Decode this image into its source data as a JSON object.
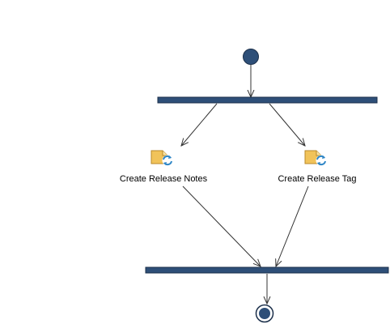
{
  "diagram": {
    "type": "activity",
    "colors": {
      "bar_fill": "#2e4f78",
      "bar_stroke": "#1b2f4a",
      "node_fill": "#2e4f78",
      "edge": "#333333",
      "folder": "#f1c35a",
      "refresh_arrows": "#2f86c6"
    },
    "nodes": {
      "start": {
        "kind": "initial"
      },
      "fork": {
        "kind": "fork-bar"
      },
      "task1": {
        "kind": "action",
        "icon": "folder-refresh-icon",
        "label": "Create Release Notes"
      },
      "task2": {
        "kind": "action",
        "icon": "folder-refresh-icon",
        "label": "Create Release Tag"
      },
      "join": {
        "kind": "join-bar"
      },
      "end": {
        "kind": "final"
      }
    },
    "edges": [
      {
        "from": "start",
        "to": "fork"
      },
      {
        "from": "fork",
        "to": "task1"
      },
      {
        "from": "fork",
        "to": "task2"
      },
      {
        "from": "task1",
        "to": "join"
      },
      {
        "from": "task2",
        "to": "join"
      },
      {
        "from": "join",
        "to": "end"
      }
    ]
  }
}
